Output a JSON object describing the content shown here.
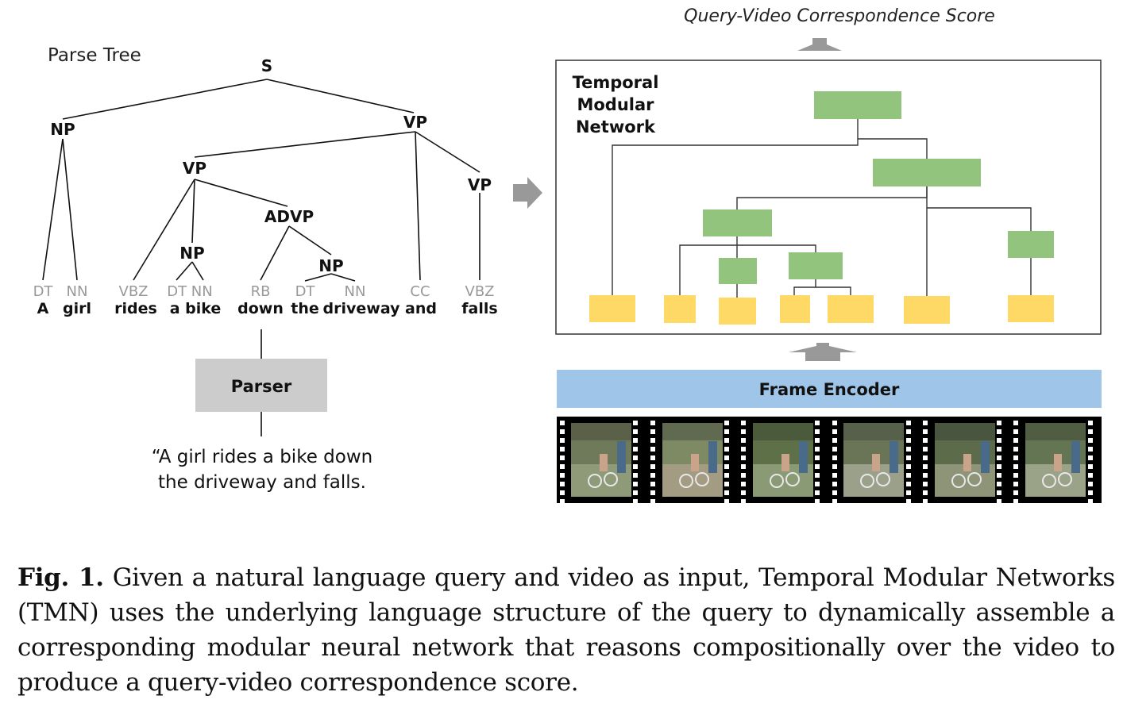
{
  "parse_tree": {
    "title": "Parse Tree",
    "nodes": {
      "s": "S",
      "np_root": "NP",
      "vp_root": "VP",
      "vp_inner": "VP",
      "vp_falls": "VP",
      "advp": "ADVP",
      "np_bike": "NP",
      "np_driveway": "NP"
    },
    "tokens": [
      {
        "tag": "DT",
        "word": "A"
      },
      {
        "tag": "NN",
        "word": "girl"
      },
      {
        "tag": "VBZ",
        "word": "rides"
      },
      {
        "tag": "DT NN",
        "word": "a bike"
      },
      {
        "tag": "RB",
        "word": "down"
      },
      {
        "tag": "DT",
        "word": "the"
      },
      {
        "tag": "NN",
        "word": "driveway"
      },
      {
        "tag": "CC",
        "word": "and"
      },
      {
        "tag": "VBZ",
        "word": "falls"
      }
    ]
  },
  "parser": {
    "label": "Parser",
    "query_line1": "“A girl rides a bike down",
    "query_line2": "the driveway and falls."
  },
  "tmn": {
    "score_label": "Query-Video Correspondence Score",
    "title_line1": "Temporal",
    "title_line2": "Modular",
    "title_line3": "Network",
    "encoder_label": "Frame Encoder"
  },
  "caption": {
    "prefix": "Fig. 1.",
    "text": " Given a natural language query and video as input, Temporal Modular Networks (TMN) uses the underlying language structure of the query to dynamically assemble a corresponding modular neural network that reasons compositionally over the video to produce a query-video correspondence score."
  },
  "colors": {
    "module_green": "#93c47d",
    "leaf_yellow": "#ffd966",
    "encoder_blue": "#9fc5e8",
    "parser_gray": "#cccccc",
    "arrow_gray": "#999999",
    "tag_gray": "#999999"
  }
}
